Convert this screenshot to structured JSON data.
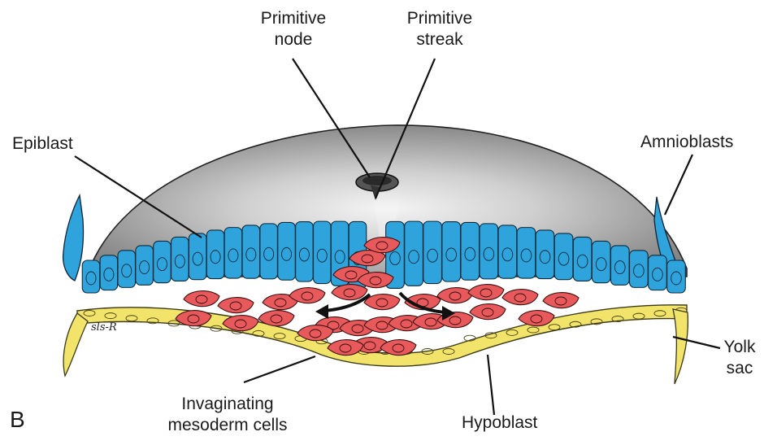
{
  "panel_letter": "B",
  "signature": "sls-R",
  "labels": {
    "primitive_node": [
      "Primitive",
      "node"
    ],
    "primitive_streak": [
      "Primitive",
      "streak"
    ],
    "epiblast": "Epiblast",
    "amnioblasts": "Amnioblasts",
    "yolk_sac": [
      "Yolk",
      "sac"
    ],
    "invaginating": [
      "Invaginating",
      "mesoderm cells"
    ],
    "hypoblast": "Hypoblast"
  },
  "colors": {
    "epiblast": "#2ea3dc",
    "hypoblast": "#f2e46a",
    "mesoderm": "#e8595c",
    "amnion": "#8a8a8a"
  }
}
